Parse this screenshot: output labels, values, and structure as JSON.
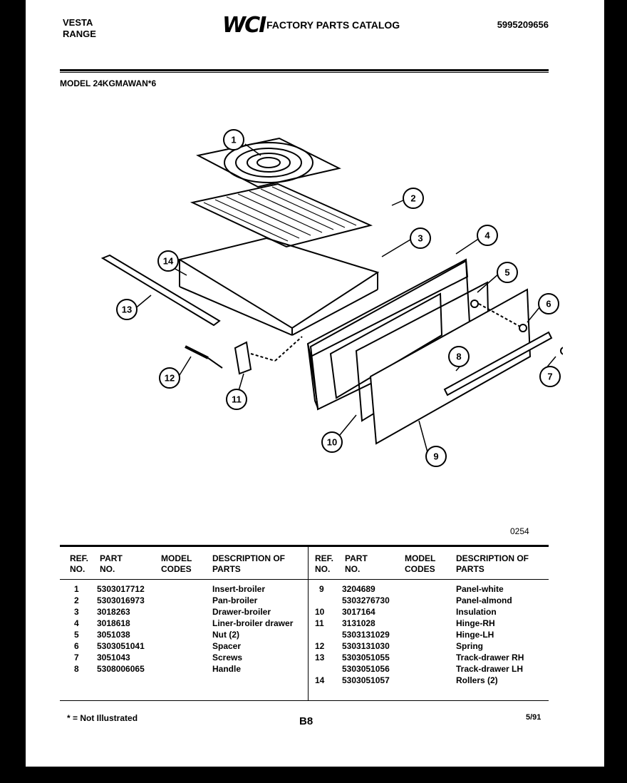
{
  "header": {
    "brand_line1": "VESTA",
    "brand_line2": "RANGE",
    "logo": "WCI",
    "catalog_title": "FACTORY PARTS CATALOG",
    "catalog_number": "5995209656"
  },
  "model_label": "MODEL 24KGMAWAN*6",
  "figure_code": "0254",
  "table": {
    "headers": [
      "REF. NO.",
      "PART NO.",
      "MODEL CODES",
      "DESCRIPTION OF PARTS"
    ],
    "left_rows": [
      {
        "ref": "1",
        "part": "5303017712",
        "code": "",
        "desc": "Insert-broiler"
      },
      {
        "ref": "2",
        "part": "5303016973",
        "code": "",
        "desc": "Pan-broiler"
      },
      {
        "ref": "3",
        "part": "3018263",
        "code": "",
        "desc": "Drawer-broiler"
      },
      {
        "ref": "4",
        "part": "3018618",
        "code": "",
        "desc": "Liner-broiler drawer"
      },
      {
        "ref": "5",
        "part": "3051038",
        "code": "",
        "desc": "Nut (2)"
      },
      {
        "ref": "6",
        "part": "5303051041",
        "code": "",
        "desc": "Spacer"
      },
      {
        "ref": "7",
        "part": "3051043",
        "code": "",
        "desc": "Screws"
      },
      {
        "ref": "8",
        "part": "5308006065",
        "code": "",
        "desc": "Handle"
      }
    ],
    "right_rows": [
      {
        "ref": "9",
        "part": "3204689",
        "code": "",
        "desc": "Panel-white"
      },
      {
        "ref": "",
        "part": "5303276730",
        "code": "",
        "desc": "Panel-almond"
      },
      {
        "ref": "10",
        "part": "3017164",
        "code": "",
        "desc": "Insulation"
      },
      {
        "ref": "11",
        "part": "3131028",
        "code": "",
        "desc": "Hinge-RH"
      },
      {
        "ref": "",
        "part": "5303131029",
        "code": "",
        "desc": "Hinge-LH"
      },
      {
        "ref": "12",
        "part": "5303131030",
        "code": "",
        "desc": "Spring"
      },
      {
        "ref": "13",
        "part": "5303051055",
        "code": "",
        "desc": "Track-drawer RH"
      },
      {
        "ref": "",
        "part": "5303051056",
        "code": "",
        "desc": "Track-drawer LH"
      },
      {
        "ref": "14",
        "part": "5303051057",
        "code": "",
        "desc": "Rollers (2)"
      }
    ]
  },
  "footer": {
    "footnote": "* = Not Illustrated",
    "page": "B8",
    "date": "5/91"
  },
  "callouts": [
    "1",
    "2",
    "3",
    "4",
    "5",
    "6",
    "7",
    "8",
    "9",
    "10",
    "11",
    "12",
    "13",
    "14"
  ]
}
